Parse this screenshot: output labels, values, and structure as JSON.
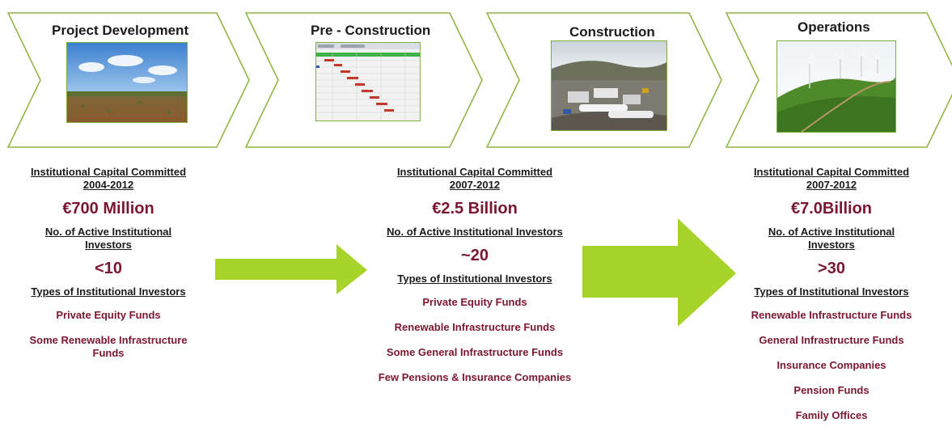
{
  "stages": [
    {
      "title": "Project  Development",
      "image": "open-field-sky-photo"
    },
    {
      "title": "Pre - Construction",
      "image": "gantt-schedule-screenshot"
    },
    {
      "title": "Construction",
      "image": "construction-site-photo"
    },
    {
      "title": "Operations",
      "image": "wind-farm-photo"
    }
  ],
  "columns": [
    {
      "capital_label": "Institutional Capital Committed",
      "period": "2004-2012",
      "amount": "€700 Million",
      "investors_label": "No. of Active Institutional Investors",
      "investors_count": "<10",
      "types_label": "Types of Institutional Investors",
      "types": [
        "Private Equity Funds",
        "Some Renewable Infrastructure Funds"
      ]
    },
    {
      "capital_label": "Institutional Capital Committed",
      "period": "2007-2012",
      "amount": "€2.5 Billion",
      "investors_label": "No. of Active Institutional Investors",
      "investors_count": "~20",
      "types_label": "Types of Institutional Investors",
      "types": [
        "Private Equity Funds",
        "Renewable Infrastructure Funds",
        "Some General Infrastructure Funds",
        "Few Pensions & Insurance  Companies"
      ]
    },
    {
      "capital_label": "Institutional Capital Committed",
      "period": "2007-2012",
      "amount": "€7.0Billion",
      "investors_label": "No. of Active Institutional Investors",
      "investors_count": ">30",
      "types_label": "Types of Institutional Investors",
      "types": [
        "Renewable Infrastructure Funds",
        "General Infrastructure Funds",
        "Insurance Companies",
        "Pension Funds",
        "Family Offices"
      ]
    }
  ],
  "colors": {
    "chevron_stroke": "#8db33f",
    "arrow": "#a8d32a",
    "value_text": "#7b1631"
  }
}
